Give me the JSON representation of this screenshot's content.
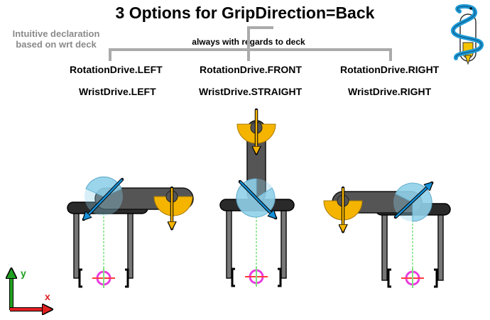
{
  "title": "3 Options for GripDirection=Back",
  "side_note": "Intuitive declaration based on wrt deck",
  "bracket_label": "always with regards to deck",
  "options": [
    {
      "rotation": "RotationDrive.LEFT",
      "wrist": "WristDrive.LEFT"
    },
    {
      "rotation": "RotationDrive.FRONT",
      "wrist": "WristDrive.STRAIGHT"
    },
    {
      "rotation": "RotationDrive.RIGHT",
      "wrist": "WristDrive.RIGHT"
    }
  ],
  "axes": {
    "x": "x",
    "y": "y"
  },
  "icons": [
    "snake-logo-icon"
  ],
  "colors": {
    "rotation_drive": "#8fd0ea",
    "rotation_arrow": "#1590d8",
    "wrist_drive": "#f5b400",
    "arm": "#555555",
    "rail": "#2a2a2a",
    "target_circle": "#e83ce0",
    "target_cross": "#ff3b3b",
    "beam": "#7fe07f",
    "axis_x": "#e02020",
    "axis_y": "#20a020",
    "logo": "#1e9ad6",
    "bracket": "#aaaaaa"
  }
}
